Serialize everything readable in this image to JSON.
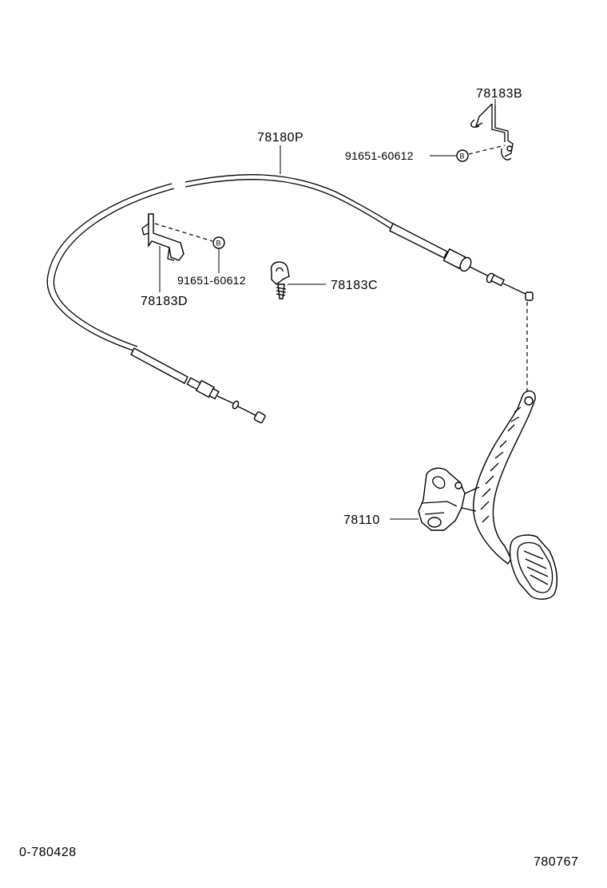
{
  "labels": {
    "cable": "78180P",
    "clamp_top": "78183B",
    "bolt_top": "91651-60612",
    "clamp_left": "78183D",
    "bolt_left": "91651-60612",
    "clip_mid": "78183C",
    "pedal": "78110",
    "bolt_marker": "B"
  },
  "footer": {
    "left_code": "0-780428",
    "right_code": "780767"
  }
}
